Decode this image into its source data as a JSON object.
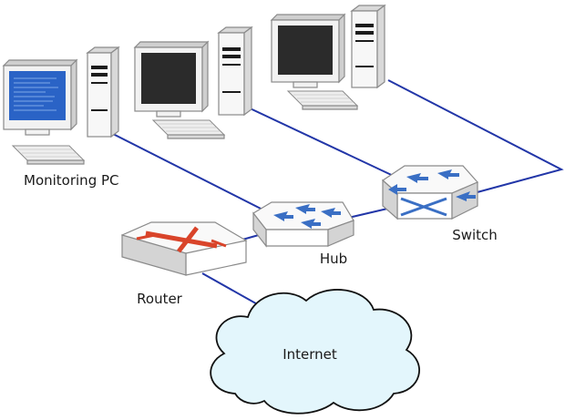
{
  "labels": {
    "monitoring_pc": "Monitoring PC",
    "hub": "Hub",
    "switch": "Switch",
    "router": "Router",
    "internet": "Internet"
  },
  "colors": {
    "link": "#2236a8",
    "cloud_fill": "#e3f6fc",
    "active_screen": "#2a63c6",
    "dark_screen": "#2b2b2b",
    "router_x": "#d9442a"
  }
}
